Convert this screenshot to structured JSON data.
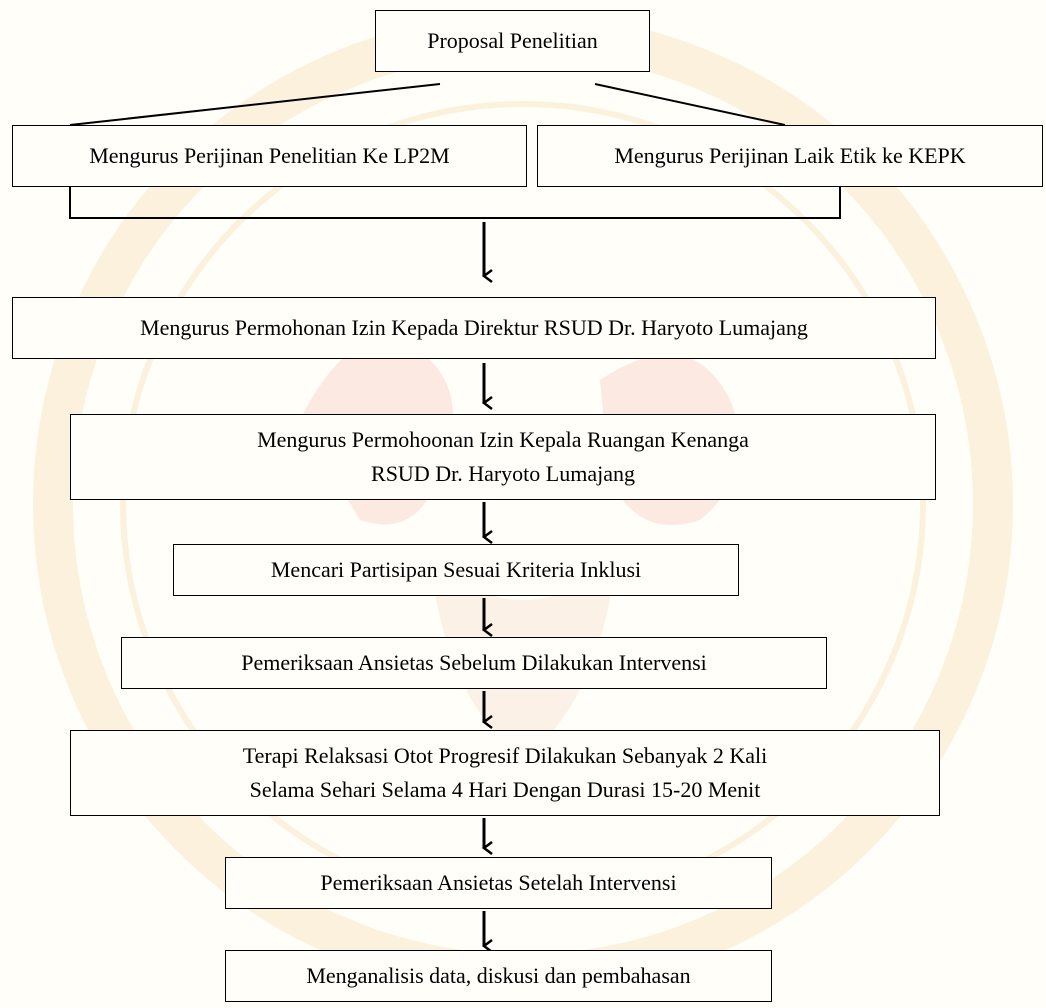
{
  "flowchart": {
    "proposal": "Proposal Penelitian",
    "lp2m": "Mengurus Perijinan Penelitian Ke LP2M",
    "kepk": "Mengurus Perijinan Laik Etik ke KEPK",
    "direktur": "Mengurus Permohonan Izin Kepada Direktur RSUD Dr. Haryoto Lumajang",
    "kepala_line1": "Mengurus Permohoonan Izin Kepala Ruangan Kenanga",
    "kepala_line2": "RSUD Dr. Haryoto Lumajang",
    "partisipan": "Mencari Partisipan Sesuai Kriteria Inklusi",
    "pre": "Pemeriksaan Ansietas Sebelum Dilakukan Intervensi",
    "terapi_line1": "Terapi Relaksasi Otot Progresif Dilakukan Sebanyak 2 Kali",
    "terapi_line2": "Selama Sehari Selama 4 Hari Dengan Durasi 15-20 Menit",
    "post": "Pemeriksaan Ansietas Setelah Intervensi",
    "analisis": "Menganalisis data, diskusi dan pembahasan"
  },
  "colors": {
    "box_border": "#000000",
    "text": "#000000",
    "watermark": "#f3d9a6",
    "watermark_red": "#f2b3aa"
  }
}
